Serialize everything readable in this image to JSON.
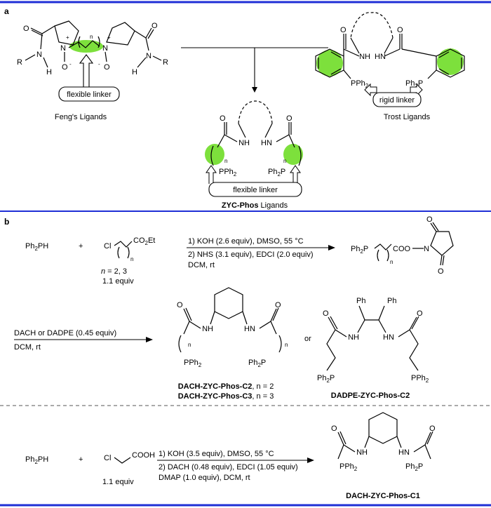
{
  "colors": {
    "rule": "#1f2fd6",
    "highlight": "#7de03c",
    "divider": "#555555"
  },
  "panel_a": {
    "label": "a",
    "feng": {
      "caption": "Feng's Ligands",
      "linker_label": "flexible linker",
      "atoms": {
        "N_left": "N",
        "N_right": "N",
        "R_left": "R",
        "R_right": "R",
        "H_left": "H",
        "H_right": "H",
        "O_left": "O",
        "O_right": "O",
        "n": "n",
        "plus": "+",
        "minus": "-"
      }
    },
    "trost": {
      "caption": "Trost Ligands",
      "linker_label": "rigid linker",
      "atoms": {
        "NH1": "NH",
        "NH2": "HN",
        "P1": "PPh",
        "P1sub": "2",
        "P2": "Ph",
        "P2sub": "2",
        "P2b": "P"
      }
    },
    "zyc": {
      "caption_bold": "ZYC-Phos",
      "caption_rest": " Ligands",
      "linker_label": "flexible linker",
      "atoms": {
        "NH1": "NH",
        "NH2": "HN",
        "n": "n",
        "P1": "PPh",
        "sub2": "2",
        "P2": "Ph",
        "P2b": "P"
      }
    }
  },
  "panel_b": {
    "label": "b",
    "step1": {
      "reagent1": "Ph",
      "reagent1_sub": "2",
      "reagent1_rest": "PH",
      "plus": "+",
      "cl": "Cl",
      "ester": "CO",
      "ester_sub": "2",
      "ester_rest": "Et",
      "n_note_italic": "n",
      "n_note_rest": " = 2, 3",
      "equiv": "1.1 equiv",
      "conditions": [
        "1) KOH (2.6 equiv), DMSO, 55 °C",
        "2) NHS (3.1 equiv), EDCI (2.0 equiv)",
        "DCM, rt"
      ],
      "product": {
        "ph2p": "Ph",
        "sub": "2",
        "p": "P",
        "coo": "COO",
        "n": "n",
        "N": "N"
      }
    },
    "step2": {
      "conditions": [
        "DACH or DADPE (0.45 equiv)",
        "DCM, rt"
      ],
      "or": "or",
      "product1_names": [
        "DACH-ZYC-Phos-C2",
        "DACH-ZYC-Phos-C3"
      ],
      "product1_suffix": [
        ", n = 2",
        ", n = 3"
      ],
      "product2_name": "DADPE-ZYC-Phos-C2",
      "atoms": {
        "NH": "NH",
        "HN": "HN",
        "PPh2": "PPh",
        "Ph2P": "Ph",
        "sub2": "2",
        "n": "n",
        "Ph": "Ph",
        "P": "P",
        "N": "N"
      }
    },
    "step3": {
      "reagent1": "Ph",
      "reagent1_sub": "2",
      "reagent1_rest": "PH",
      "plus": "+",
      "cl": "Cl",
      "acid": "COOH",
      "equiv": "1.1 equiv",
      "conditions": [
        "1) KOH (3.5 equiv), DMSO, 55 °C",
        "2) DACH (0.48 equiv), EDCI (1.05 equiv)",
        "DMAP (1.0 equiv), DCM, rt"
      ],
      "product_name": "DACH-ZYC-Phos-C1"
    }
  }
}
